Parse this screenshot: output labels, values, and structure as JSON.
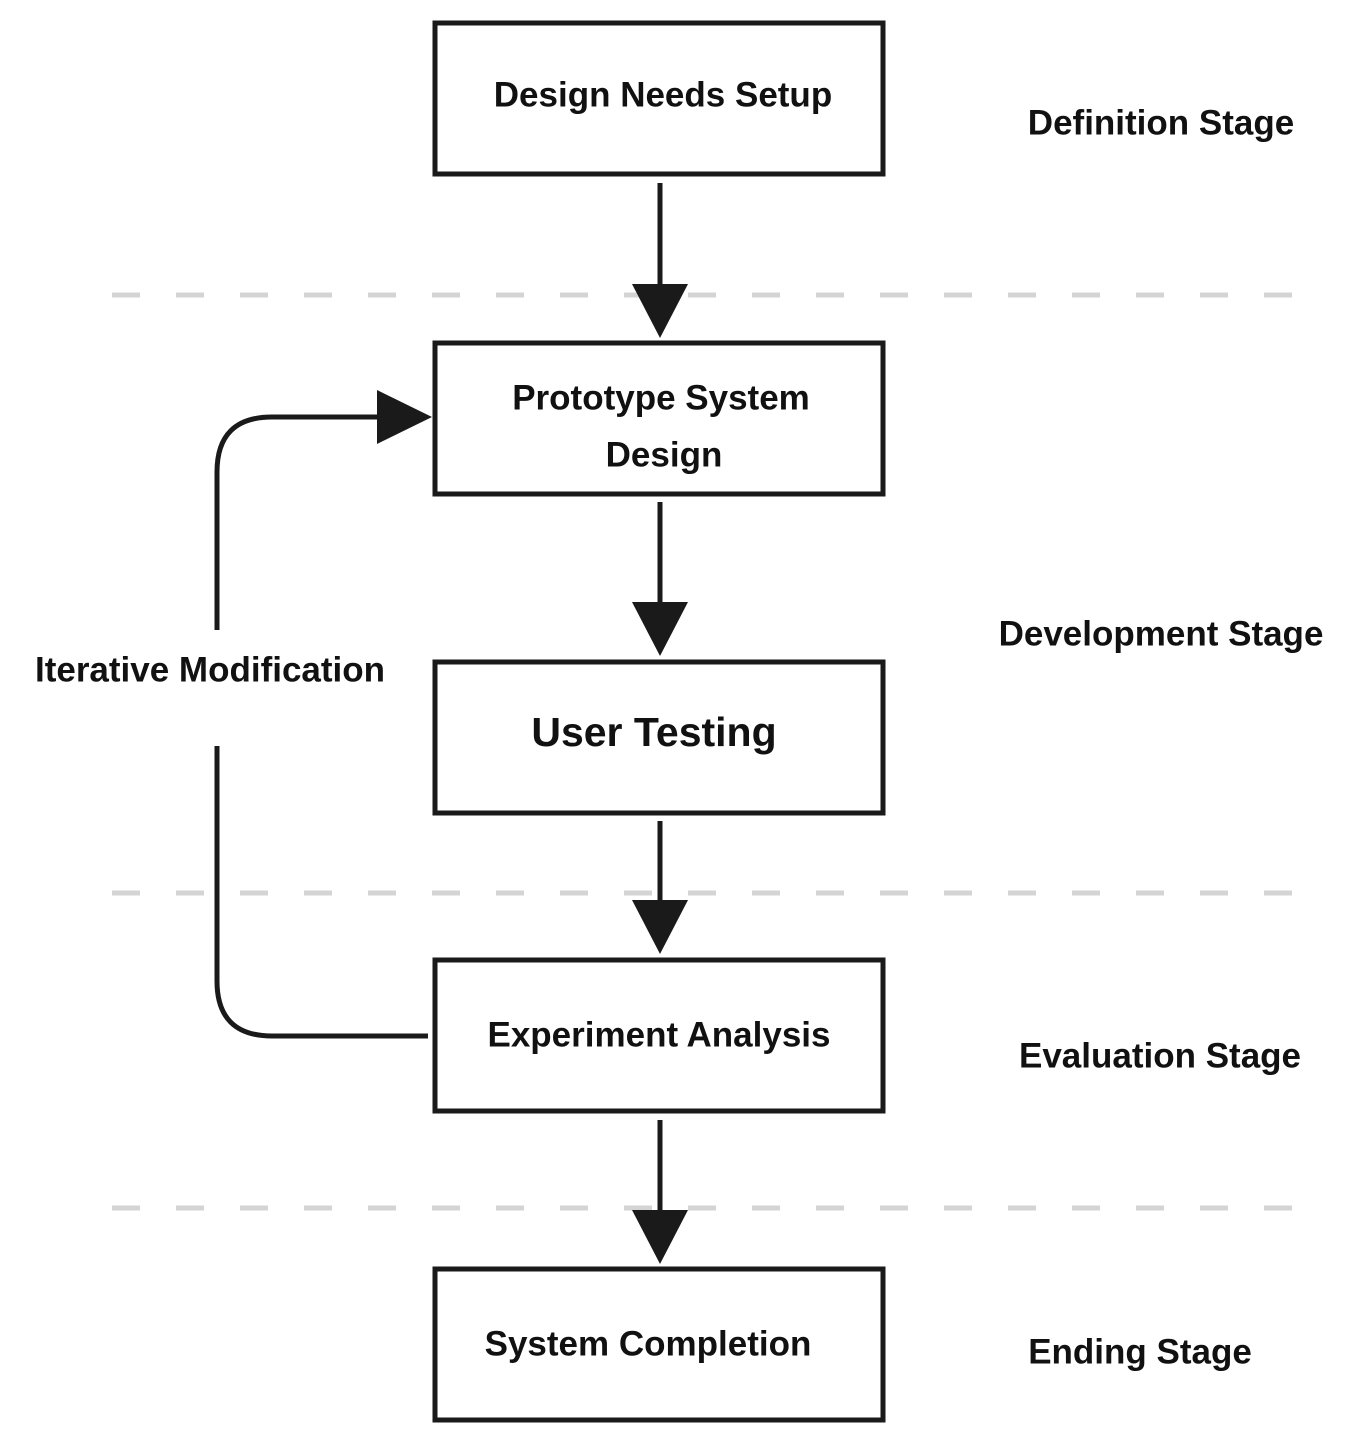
{
  "steps": [
    {
      "id": "design-needs-setup",
      "lines": [
        "Design Needs Setup"
      ]
    },
    {
      "id": "prototype-system-design",
      "lines": [
        "Prototype System",
        "Design"
      ]
    },
    {
      "id": "user-testing",
      "lines": [
        "User Testing"
      ]
    },
    {
      "id": "experiment-analysis",
      "lines": [
        "Experiment Analysis"
      ]
    },
    {
      "id": "system-completion",
      "lines": [
        "System Completion"
      ]
    }
  ],
  "stages": {
    "definition": "Definition Stage",
    "development": "Development Stage",
    "evaluation": "Evaluation Stage",
    "ending": "Ending Stage"
  },
  "feedback": {
    "label": "Iterative Modification"
  },
  "colors": {
    "line": "#1a1a1a",
    "divider": "#d4d4d4",
    "text": "#111111",
    "background": "#ffffff"
  }
}
